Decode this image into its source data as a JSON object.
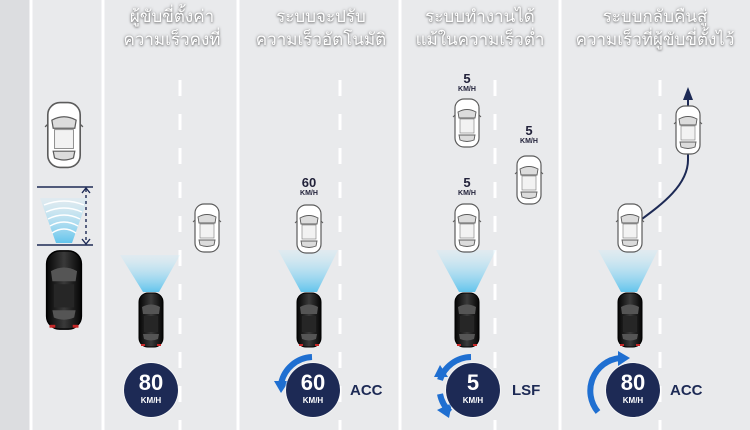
{
  "headings": [
    {
      "line1": "ผู้ขับขี่ตั้งค่า",
      "line2": "ความเร็วคงที่"
    },
    {
      "line1": "ระบบจะปรับ",
      "line2": "ความเร็วอัตโนมัติ"
    },
    {
      "line1": "ระบบทำงานได้",
      "line2": "แม้ในความเร็วต่ำ"
    },
    {
      "line1": "ระบบกลับคืนสู่",
      "line2": "ความเร็วที่ผู้ขับขี่ตั้งไว้"
    }
  ],
  "speed_tags": [
    {
      "value": "60",
      "unit": "KM/H"
    },
    {
      "value": "5",
      "unit": "KM/H"
    },
    {
      "value": "5",
      "unit": "KM/H"
    },
    {
      "value": "5",
      "unit": "KM/H"
    }
  ],
  "badges": [
    {
      "value": "80",
      "unit": "KM/H",
      "mode": ""
    },
    {
      "value": "60",
      "unit": "KM/H",
      "mode": "ACC"
    },
    {
      "value": "5",
      "unit": "KM/H",
      "mode": "LSF"
    },
    {
      "value": "80",
      "unit": "KM/H",
      "mode": "ACC"
    }
  ],
  "colors": {
    "road": "#e9eaec",
    "lane_divider": "#ffffff",
    "badge": "#1d2a55",
    "sensor_beam": "#8fd3f0",
    "arrow_blue": "#1f6fd1",
    "path_line": "#1d2a55",
    "ego_car": "#1a1a1a",
    "other_car": "#ffffff"
  }
}
